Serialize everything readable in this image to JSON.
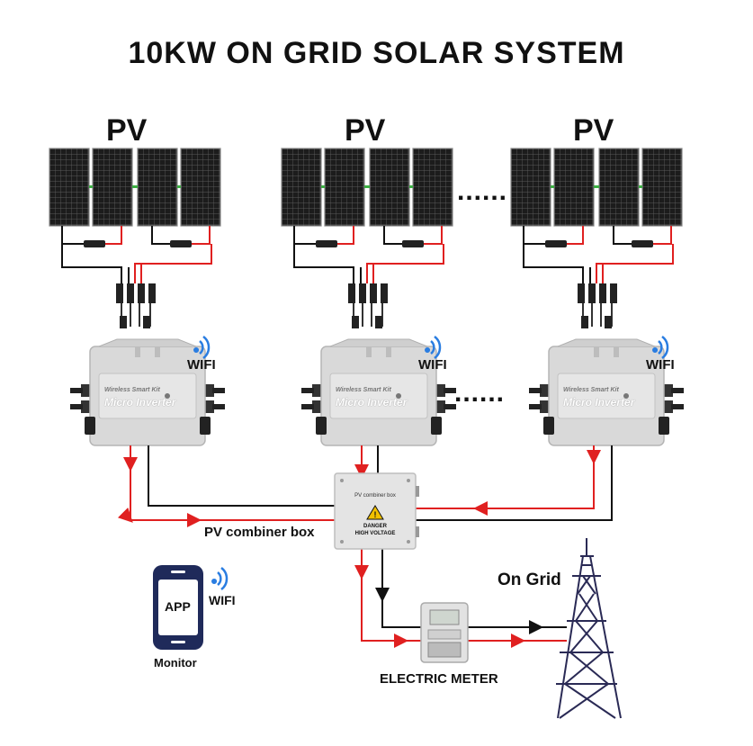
{
  "title": "10KW ON GRID SOLAR SYSTEM",
  "pv_label": "PV",
  "wifi_label": "WIFI",
  "inverter": {
    "subtitle": "Wireless Smart Kit",
    "name": "Micro Inverter"
  },
  "combiner": {
    "caption": "PV combiner box",
    "panel_title": "PV combiner box",
    "warning_line1": "DANGER",
    "warning_line2": "HIGH VOLTAGE"
  },
  "ellipsis": "......",
  "app_label": "APP",
  "monitor_label": "Monitor",
  "on_grid_label": "On Grid",
  "meter_label": "ELECTRIC METER",
  "colors": {
    "ac_line": "#e02020",
    "neutral_line": "#111111",
    "panel_cell": "#1c1c1c",
    "inverter_body": "#d9d9d9",
    "wifi_icon": "#2a7de1",
    "phone_frame": "#1f2a5a"
  }
}
